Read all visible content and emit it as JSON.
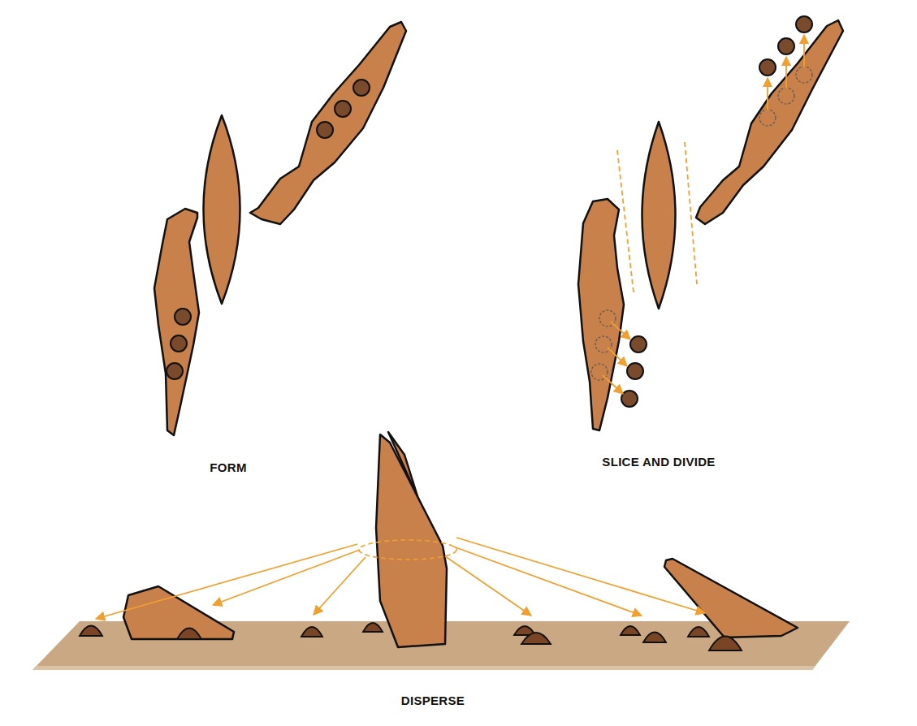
{
  "diagram": {
    "labels": [
      "FORM",
      "SLICE AND DIVIDE",
      "DISPERSE"
    ]
  }
}
